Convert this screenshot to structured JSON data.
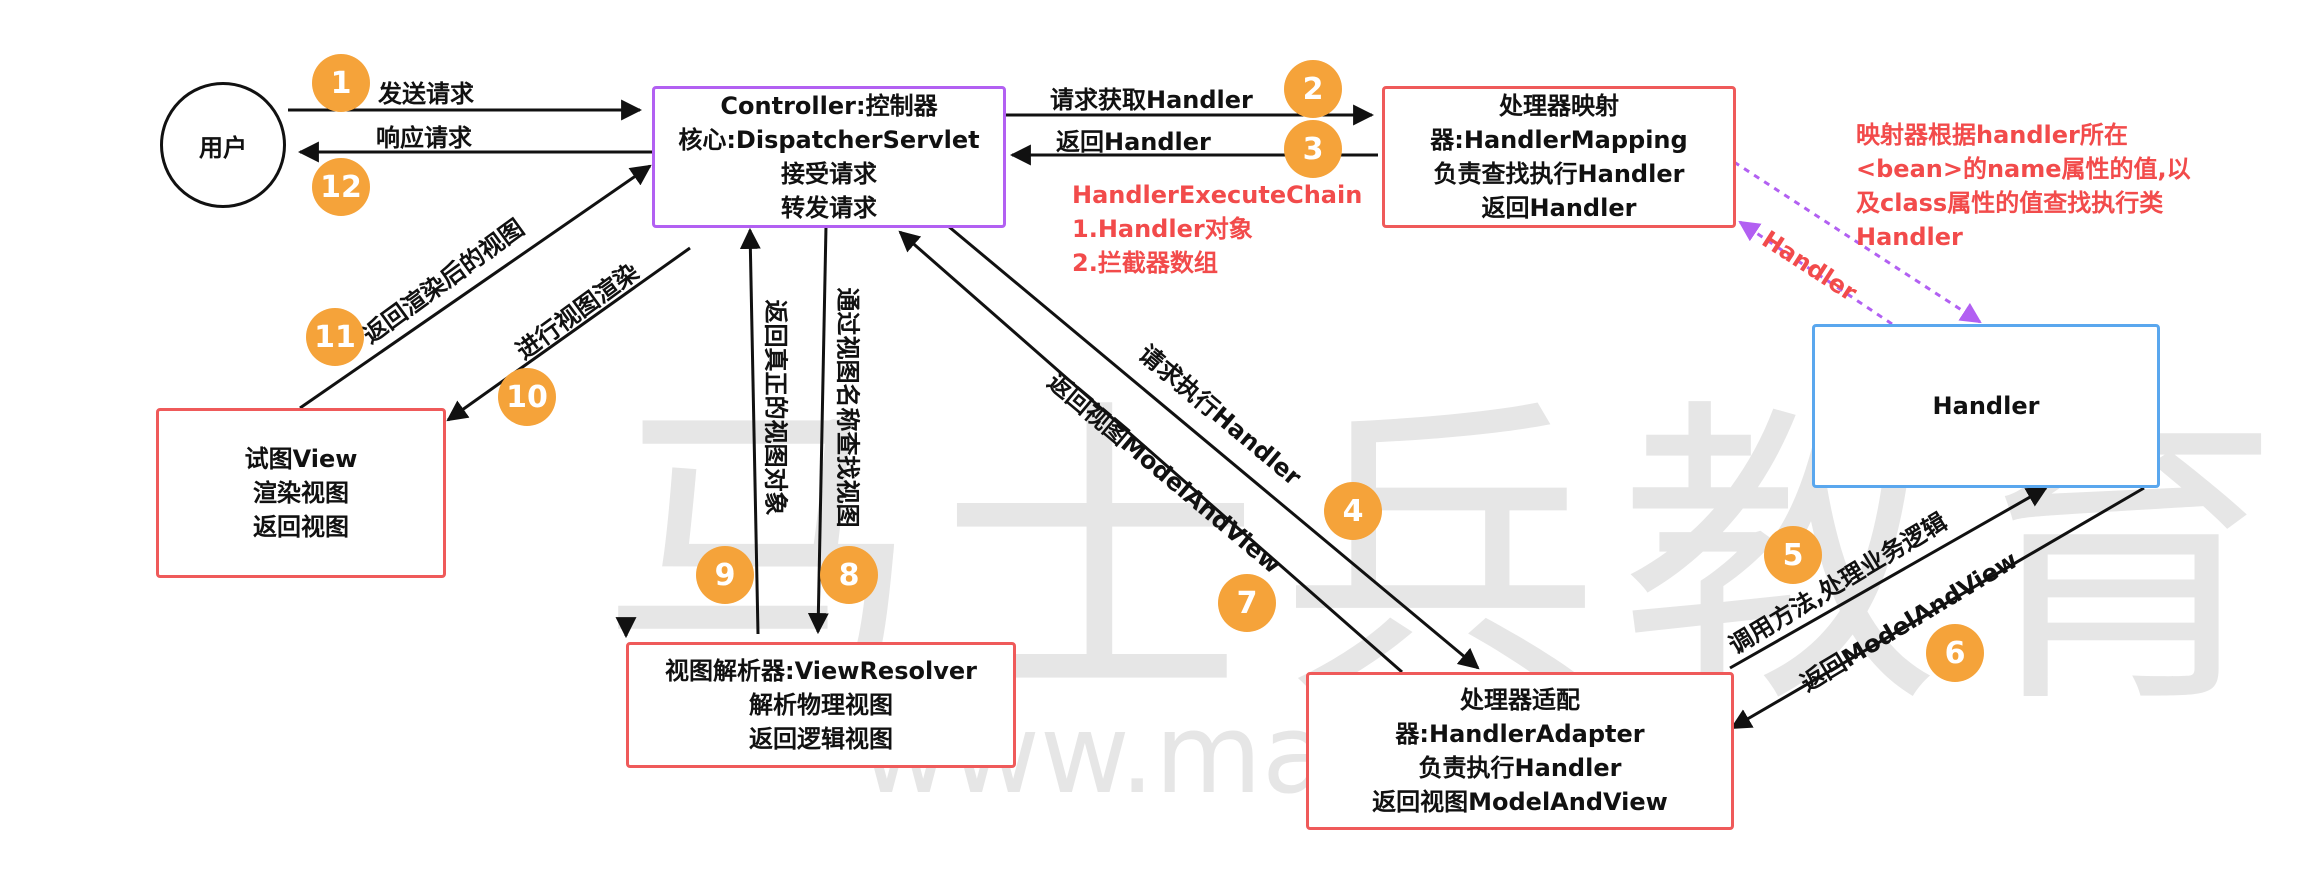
{
  "watermark": {
    "text": "马士兵教育",
    "url": "www.ma  .com"
  },
  "nodes": {
    "user": "用户",
    "controller": [
      "Controller:控制器",
      "核心:DispatcherServlet",
      "接受请求",
      "转发请求"
    ],
    "handler_mapping": [
      "处理器映射",
      "器:HandlerMapping",
      "负责查找执行Handler",
      "返回Handler"
    ],
    "handler": "Handler",
    "handler_adapter": [
      "处理器适配",
      "器:HandlerAdapter",
      "负责执行Handler",
      "返回视图ModelAndView"
    ],
    "view_resolver": [
      "视图解析器:ViewResolver",
      "解析物理视图",
      "返回逻辑视图"
    ],
    "view": [
      "试图View",
      "渲染视图",
      "返回视图"
    ]
  },
  "edge_labels": {
    "send_request": "发送请求",
    "respond_request": "响应请求",
    "request_get_handler": "请求获取Handler",
    "return_handler": "返回Handler",
    "request_execute_handler": "请求执行Handler",
    "return_model_and_view_to_controller": "返回视图ModelAndView",
    "call_method": "调用方法,处理业务逻辑",
    "return_model_and_view": "返回ModelAndView",
    "find_view_by_name": "通过视图名称查找视图",
    "return_real_view": "返回真正的视图对象",
    "render_view": "进行视图渲染",
    "return_rendered_view": "返回渲染后的视图",
    "handler_dotted": "Handler"
  },
  "notes": {
    "execute_chain": [
      "HandlerExecuteChain",
      "1.Handler对象",
      "2.拦截器数组"
    ],
    "mapper_note": [
      "映射器根据handler所在",
      "<bean>的name属性的值,以",
      "及class属性的值查找执行类",
      "Handler"
    ]
  },
  "steps": [
    "1",
    "2",
    "3",
    "4",
    "5",
    "6",
    "7",
    "8",
    "9",
    "10",
    "11",
    "12"
  ],
  "colors": {
    "box_red": "#ef5a5a",
    "box_purple": "#b260f2",
    "box_blue": "#5aa7ee",
    "badge": "#f5a33a",
    "note_red": "#f24b4b",
    "dotted_purple": "#b260f2"
  }
}
